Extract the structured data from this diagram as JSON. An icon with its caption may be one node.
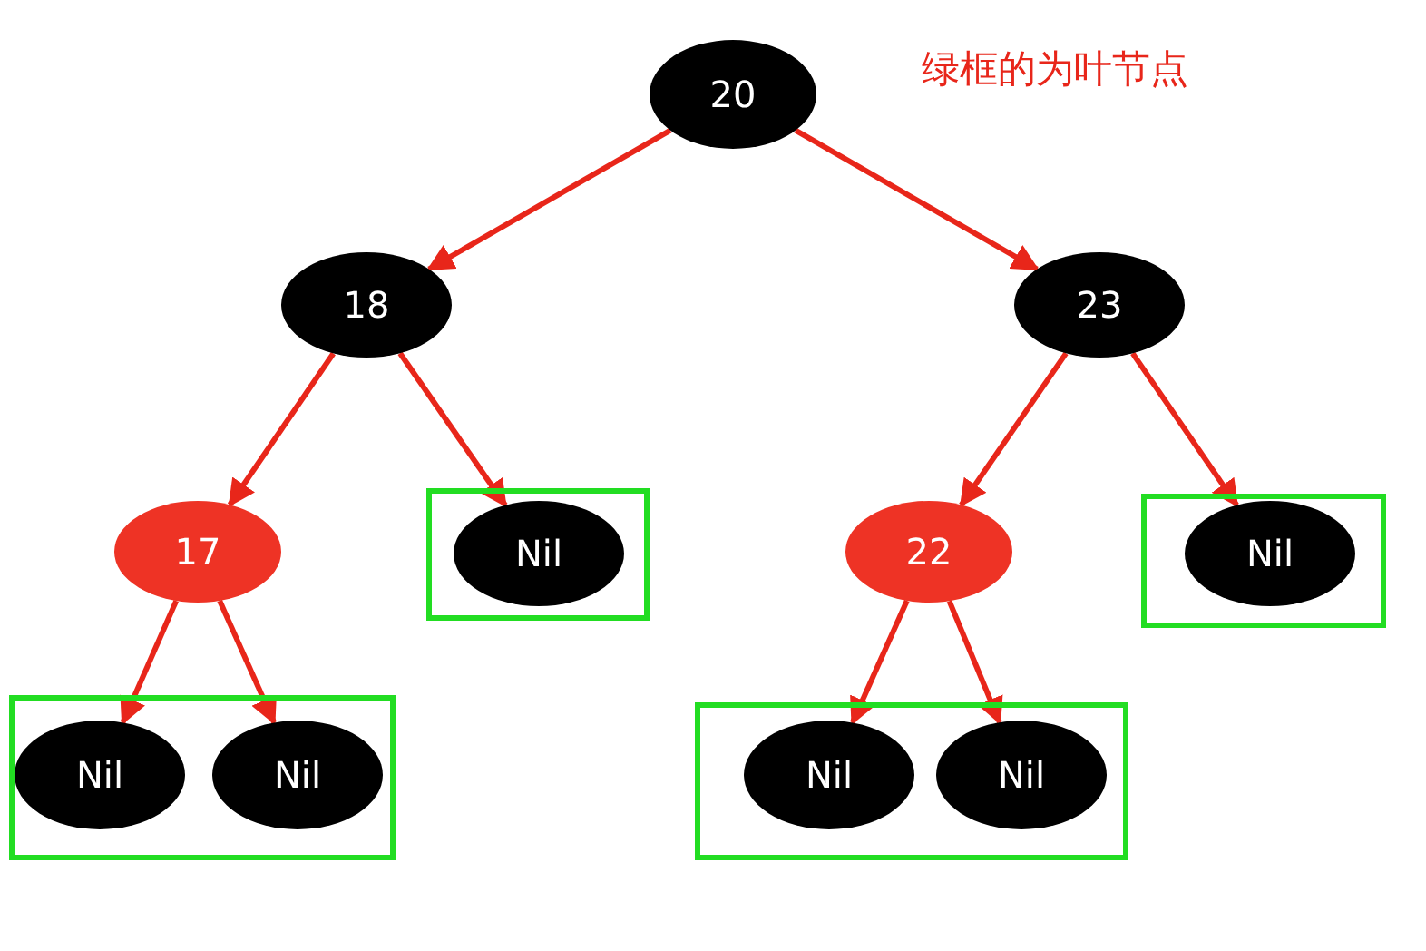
{
  "diagram": {
    "nodes": [
      {
        "text": [
          "20"
        ]
      },
      {
        "text": [
          "18"
        ]
      },
      {
        "text": [
          "23"
        ]
      },
      {
        "text": [
          "17"
        ]
      },
      {
        "text": [],
        "shape": "box"
      },
      {
        "text": [
          "Nil"
        ],
        "in": 4
      },
      {
        "text": [
          "22"
        ]
      },
      {
        "text": [],
        "shape": "box"
      },
      {
        "text": [
          "Nil"
        ],
        "in": 7
      },
      {
        "text": [],
        "shape": "box"
      },
      {
        "text": [
          "Nil"
        ],
        "in": 9
      },
      {
        "text": [
          "Nil"
        ],
        "in": 9
      },
      {
        "text": [],
        "shape": "box"
      },
      {
        "text": [
          "Nil"
        ],
        "in": 12
      },
      {
        "text": [
          "Nil"
        ],
        "in": 12
      }
    ],
    "edges": [
      {
        "from": 0,
        "to": 1,
        "arrow": "to"
      },
      {
        "from": 0,
        "to": 2,
        "arrow": "to"
      },
      {
        "from": 1,
        "to": 3,
        "arrow": "to"
      },
      {
        "from": 1,
        "to": 5,
        "arrow": "to"
      },
      {
        "from": 2,
        "to": 6,
        "arrow": "to"
      },
      {
        "from": 2,
        "to": 8,
        "arrow": "to"
      },
      {
        "from": 3,
        "to": 10,
        "arrow": "to"
      },
      {
        "from": 3,
        "to": 11,
        "arrow": "to"
      },
      {
        "from": 6,
        "to": 13,
        "arrow": "to"
      },
      {
        "from": 6,
        "to": 14,
        "arrow": "to"
      }
    ],
    "labels": [
      "绿框的为叶节点"
    ]
  }
}
